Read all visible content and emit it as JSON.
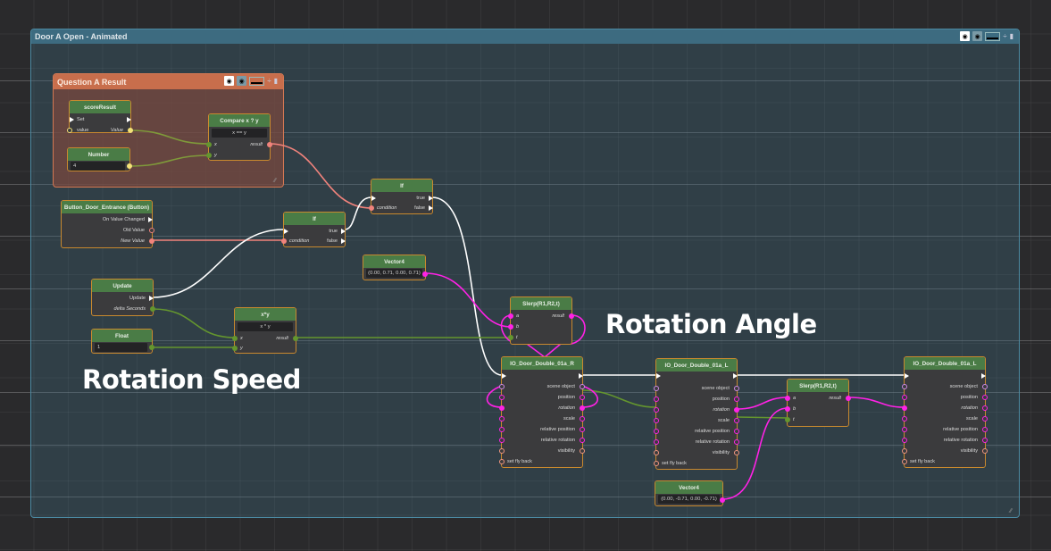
{
  "graph": {
    "title": "Door A Open - Animated",
    "header_tools": [
      "visibility-toggle",
      "lock-toggle",
      "color-swatch",
      "collapse",
      "pin"
    ]
  },
  "subgroup": {
    "title": "Question A Result"
  },
  "nodes": {
    "scoreResult": {
      "title": "scoreResult",
      "in_flow": "Set",
      "in_value": "value",
      "out_value": "Value"
    },
    "number": {
      "title": "Number",
      "value": "4"
    },
    "compare": {
      "title": "Compare x ? y",
      "op": "x == y",
      "in_x": "x",
      "in_y": "y",
      "out": "result"
    },
    "button": {
      "title": "Button_Door_Entrance (Button)",
      "out1": "On Value Changed",
      "out2": "Old Value",
      "out3": "New Value"
    },
    "if1": {
      "title": "If",
      "in_cond": "condition",
      "out_true": "true",
      "out_false": "false"
    },
    "if2": {
      "title": "If",
      "in_cond": "condition",
      "out_true": "true",
      "out_false": "false"
    },
    "vector4a": {
      "title": "Vector4",
      "value": "(0.00, 0.71, 0.00, 0.71)"
    },
    "update": {
      "title": "Update",
      "out1": "Update",
      "out2": "delta Seconds"
    },
    "float": {
      "title": "Float",
      "value": "1"
    },
    "mul": {
      "title": "x*y",
      "op": "x * y",
      "in_x": "x",
      "in_y": "y",
      "out": "result"
    },
    "slerp1": {
      "title": "Slerp(R1,R2,t)",
      "in_a": "a",
      "in_b": "b",
      "in_t": "t",
      "out": "result"
    },
    "slerp2": {
      "title": "Slerp(R1,R2,t)",
      "in_a": "a",
      "in_b": "b",
      "in_t": "t",
      "out": "result"
    },
    "doorR": {
      "title": "IO_Door_Double_01a_R",
      "props": [
        "scene object",
        "position",
        "rotation",
        "scale",
        "relative position",
        "relative rotation",
        "visibility"
      ],
      "in_extra": "set fly back"
    },
    "doorL1": {
      "title": "IO_Door_Double_01a_L",
      "props": [
        "scene object",
        "position",
        "rotation",
        "scale",
        "relative position",
        "relative rotation",
        "visibility"
      ],
      "in_extra": "set fly back"
    },
    "doorL2": {
      "title": "IO_Door_Double_01a_L",
      "props": [
        "scene object",
        "position",
        "rotation",
        "scale",
        "relative position",
        "relative rotation",
        "visibility"
      ],
      "in_extra": "set fly back"
    },
    "vector4b": {
      "title": "Vector4",
      "value": "(0.00, -0.71, 0.00, -0.71)"
    }
  },
  "annotations": {
    "rotation_speed": "Rotation Speed",
    "rotation_angle": "Rotation Angle"
  },
  "colors": {
    "group_border": "#4b8aa3",
    "subgroup_header": "#c86e4c",
    "node_header": "#4a7c46",
    "node_border": "#c9892e",
    "wire_float": "#64962e",
    "wire_bool": "#f1837c",
    "wire_quat": "#ff22e6",
    "wire_flow": "#ffffff"
  }
}
